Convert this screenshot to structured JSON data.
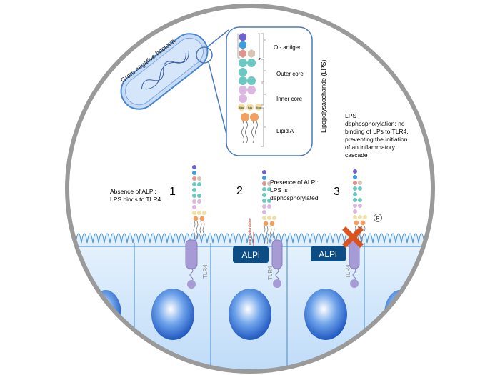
{
  "bacteria_label": "Gram negative bacteria",
  "lps_title": "Lipopolysaccharide (LPS)",
  "lps_parts": {
    "o_antigen": "O - antigen",
    "repeat": "n",
    "outer_core": "Outer core",
    "inner_core": "Inner core",
    "lipid_a": "Lipid A",
    "kdo": "Kdo"
  },
  "step1": {
    "number": "1",
    "line1": "Absence of ALPi:",
    "line2": "LPS binds to TLR4"
  },
  "step2": {
    "number": "2",
    "line1": "Presence of ALPi:",
    "line2": "LPS is",
    "line3": "dephosphorylated",
    "arrow_label": "Dephosphorylation"
  },
  "step3": {
    "number": "3",
    "line1": "LPS",
    "line2": "dephosphorylation: no",
    "line3": "binding of LPs to TLR4,",
    "line4": "preventing the initiation",
    "line5": "of an inflammatory",
    "line6": "cascade",
    "phosphate": "P"
  },
  "receptor_label": "TLR4",
  "enzyme_label": "ALPi",
  "colors": {
    "alpi": "#0d4d86",
    "tlr4": "#a79bd6",
    "block_x": "#d9541e",
    "cell": "#cfe6fb",
    "nucleus": "#2f6fd0",
    "border": "#9a9a9a"
  }
}
